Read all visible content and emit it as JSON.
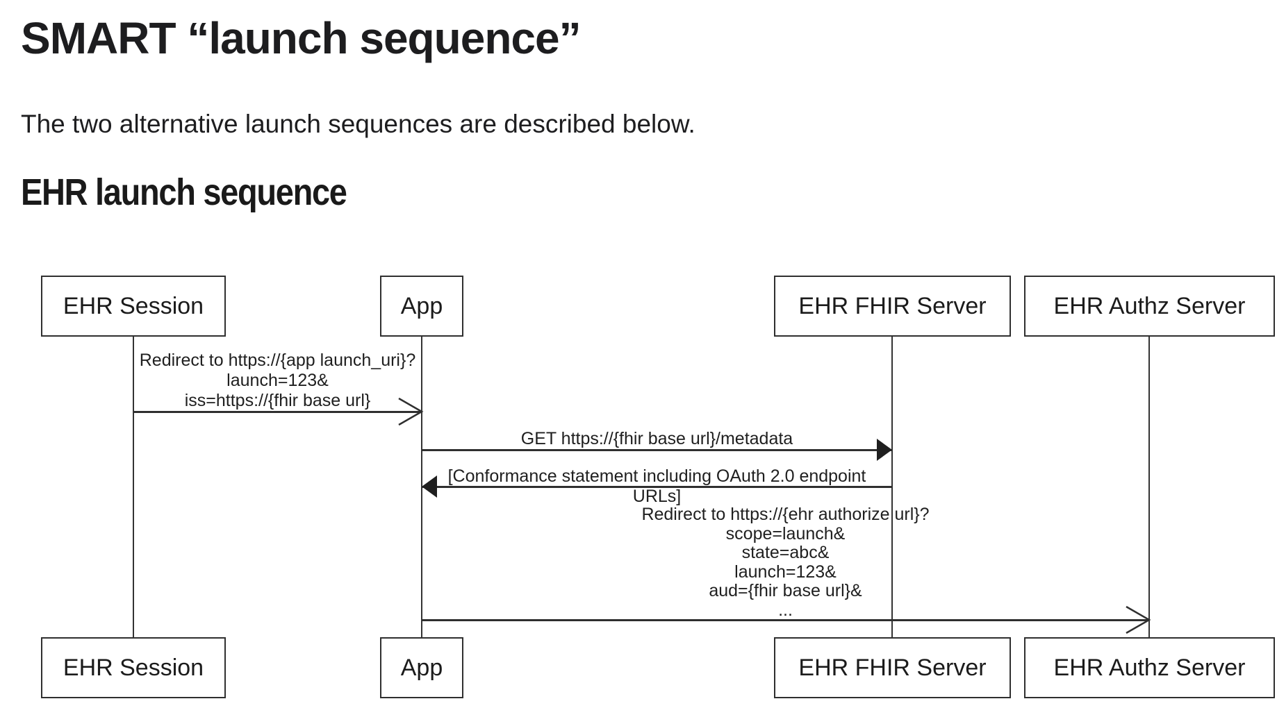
{
  "page": {
    "title": "SMART “launch sequence”",
    "intro": "The two alternative launch sequences are described below.",
    "section_heading": "EHR launch sequence"
  },
  "diagram": {
    "type": "uml-sequence-diagram",
    "colors": {
      "line": "#2f2f2f",
      "text": "#1b1b1b",
      "background": "#ffffff"
    },
    "actors": [
      {
        "label": "EHR Session"
      },
      {
        "label": "App"
      },
      {
        "label": "EHR FHIR Server"
      },
      {
        "label": "EHR Authz Server"
      }
    ],
    "messages": [
      {
        "from": "EHR Session",
        "to": "App",
        "arrowhead": "open",
        "lines": [
          "Redirect to https://{app launch_uri}?",
          "launch=123&",
          "iss=https://{fhir base url}"
        ]
      },
      {
        "from": "App",
        "to": "EHR FHIR Server",
        "arrowhead": "filled",
        "lines": [
          "GET https://{fhir base url}/metadata"
        ]
      },
      {
        "from": "EHR FHIR Server",
        "to": "App",
        "arrowhead": "filled",
        "lines": [
          "[Conformance statement including OAuth 2.0 endpoint URLs]"
        ]
      },
      {
        "from": "App",
        "to": "EHR Authz Server",
        "arrowhead": "open",
        "lines": [
          "Redirect to https://{ehr authorize url}?",
          "scope=launch&",
          "state=abc&",
          "launch=123&",
          "aud={fhir base url}&",
          "..."
        ]
      }
    ]
  }
}
